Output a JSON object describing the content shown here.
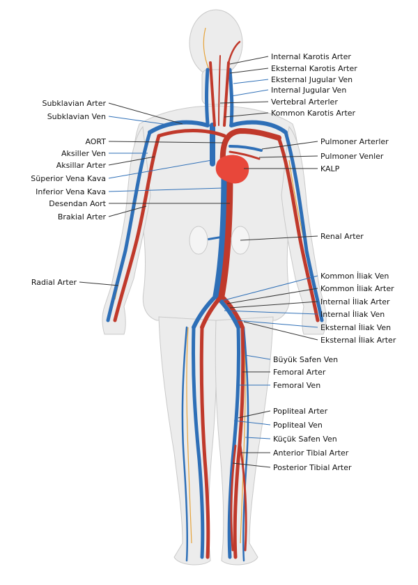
{
  "colors": {
    "artery": "#c0392b",
    "vein": "#2e6fb7",
    "heart": "#e8473a",
    "body_fill": "#ececec",
    "body_outline": "#c9c9c9",
    "nerve": "#e6a33a",
    "leader": "#333333"
  },
  "labels": {
    "left": [
      {
        "text": "Subklavian Arter"
      },
      {
        "text": "Subklavian Ven"
      },
      {
        "text": "AORT"
      },
      {
        "text": "Aksiller Ven"
      },
      {
        "text": "Aksillar Arter"
      },
      {
        "text": "Süperior Vena Kava"
      },
      {
        "text": "Inferior Vena Kava"
      },
      {
        "text": "Desendan Aort"
      },
      {
        "text": "Brakial Arter"
      },
      {
        "text": "Radial Arter"
      }
    ],
    "right": [
      {
        "text": "Internal Karotis Arter"
      },
      {
        "text": "Eksternal Karotis Arter"
      },
      {
        "text": "Eksternal Jugular Ven"
      },
      {
        "text": "Internal Jugular Ven"
      },
      {
        "text": "Vertebral Arterler"
      },
      {
        "text": "Kommon Karotis Arter"
      },
      {
        "text": "Pulmoner Arterler"
      },
      {
        "text": "Pulmoner Venler"
      },
      {
        "text": "KALP"
      },
      {
        "text": "Renal Arter"
      },
      {
        "text": "Kommon İliak Ven"
      },
      {
        "text": "Kommon İliak Arter"
      },
      {
        "text": "Internal İliak Arter"
      },
      {
        "text": "Internal İliak Ven"
      },
      {
        "text": "Eksternal İliak Ven"
      },
      {
        "text": "Eksternal İliak Arter"
      },
      {
        "text": "Büyük Safen Ven"
      },
      {
        "text": "Femoral Arter"
      },
      {
        "text": "Femoral Ven"
      },
      {
        "text": "Popliteal Arter"
      },
      {
        "text": "Popliteal Ven"
      },
      {
        "text": "Küçük Safen Ven"
      },
      {
        "text": "Anterior Tibial Arter"
      },
      {
        "text": "Posterior Tibial Arter"
      }
    ]
  }
}
